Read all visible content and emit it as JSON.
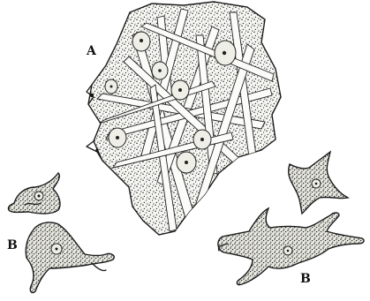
{
  "figure": {
    "labels": {
      "a": "A",
      "b_left": "B",
      "b_right": "B"
    },
    "ink_color": "#1a1a1a",
    "paper_color": "#ffffff"
  }
}
